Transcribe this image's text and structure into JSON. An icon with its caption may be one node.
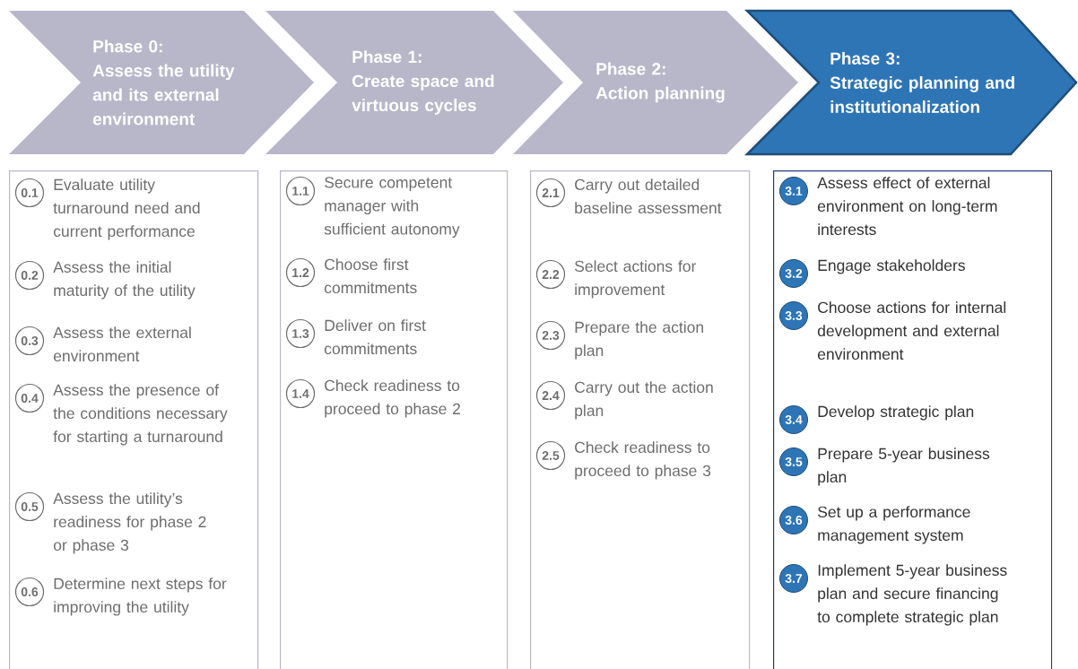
{
  "diagram": {
    "nodes": [
      {
        "text": [
          "Phase 0:",
          "Assess the utility and its external environment"
        ]
      },
      {
        "text": [
          "Phase 1:",
          "Create space and virtuous cycles"
        ]
      },
      {
        "text": [
          "Phase 2:",
          "Action planning"
        ]
      },
      {
        "text": [
          "Phase 3:",
          "Strategic planning and institutionalization"
        ]
      },
      {
        "text": [],
        "shape": "box"
      },
      {
        "text": [
          "0.1"
        ],
        "in": 4,
        "beside": [
          "Evaluate utility turnaround need and current performance"
        ]
      },
      {
        "text": [
          "0.2"
        ],
        "in": 4,
        "beside": [
          "Assess the initial maturity of the utility"
        ]
      },
      {
        "text": [
          "0.3"
        ],
        "in": 4,
        "beside": [
          "Assess the external environment"
        ]
      },
      {
        "text": [
          "0.4"
        ],
        "in": 4,
        "beside": [
          "Assess the presence of the conditions necessary for starting a turnaround"
        ]
      },
      {
        "text": [
          "0.5"
        ],
        "in": 4,
        "beside": [
          "Assess the utility’s readiness for phase 2 or phase 3"
        ]
      },
      {
        "text": [
          "0.6"
        ],
        "in": 4,
        "beside": [
          "Determine next steps for improving the utility"
        ]
      },
      {
        "text": [],
        "shape": "box"
      },
      {
        "text": [
          "1.1"
        ],
        "in": 11,
        "beside": [
          "Secure competent manager with sufficient autonomy"
        ]
      },
      {
        "text": [
          "1.2"
        ],
        "in": 11,
        "beside": [
          "Choose first commitments"
        ]
      },
      {
        "text": [
          "1.3"
        ],
        "in": 11,
        "beside": [
          "Deliver on first commitments"
        ]
      },
      {
        "text": [
          "1.4"
        ],
        "in": 11,
        "beside": [
          "Check readiness to proceed to phase 2"
        ]
      },
      {
        "text": [],
        "shape": "box"
      },
      {
        "text": [
          "2.1"
        ],
        "in": 16,
        "beside": [
          "Carry out detailed baseline assessment"
        ]
      },
      {
        "text": [
          "2.2"
        ],
        "in": 16,
        "beside": [
          "Select actions for improvement"
        ]
      },
      {
        "text": [
          "2.3"
        ],
        "in": 16,
        "beside": [
          "Prepare the action plan"
        ]
      },
      {
        "text": [
          "2.4"
        ],
        "in": 16,
        "beside": [
          "Carry out the action plan"
        ]
      },
      {
        "text": [
          "2.5"
        ],
        "in": 16,
        "beside": [
          "Check readiness to proceed to phase 3"
        ]
      },
      {
        "text": [],
        "shape": "box"
      },
      {
        "text": [
          "3.1"
        ],
        "in": 22,
        "beside": [
          "Assess effect of external environment on long-term interests"
        ]
      },
      {
        "text": [
          "3.2"
        ],
        "in": 22,
        "beside": [
          "Engage stakeholders"
        ]
      },
      {
        "text": [
          "3.3"
        ],
        "in": 22,
        "beside": [
          "Choose actions for internal development and external environment"
        ]
      },
      {
        "text": [
          "3.4"
        ],
        "in": 22,
        "beside": [
          "Develop strategic plan"
        ]
      },
      {
        "text": [
          "3.5"
        ],
        "in": 22,
        "beside": [
          "Prepare 5-year business plan"
        ]
      },
      {
        "text": [
          "3.6"
        ],
        "in": 22,
        "beside": [
          "Set up a performance management system"
        ]
      },
      {
        "text": [
          "3.7"
        ],
        "in": 22,
        "beside": [
          "Implement 5-year business plan and secure financing to complete strategic plan"
        ]
      }
    ]
  }
}
